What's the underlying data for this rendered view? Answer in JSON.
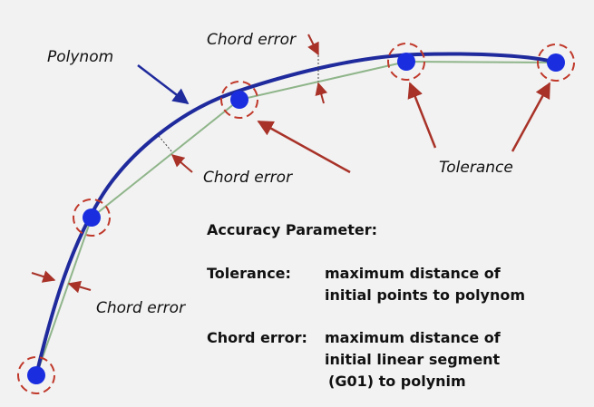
{
  "labels": {
    "polynom": "Polynom",
    "chord_error_top": "Chord error",
    "chord_error_middle": "Chord error",
    "chord_error_left": "Chord error",
    "tolerance": "Tolerance"
  },
  "legend": {
    "heading": "Accuracy Parameter:",
    "tolerance_term": "Tolerance:",
    "tolerance_line1": "maximum distance of",
    "tolerance_line2": "initial points to polynom",
    "chord_term": "Chord error:",
    "chord_line1": "maximum distance of",
    "chord_line2": "initial linear segment",
    "chord_line3": "(G01) to polynim"
  },
  "colors": {
    "background": "#f2f2f2",
    "curve": "#1f2a9c",
    "segments": "#8fb58a",
    "points": "#1a2ee0",
    "tolerance_circle": "#c0392b",
    "arrow_red": "#a83228",
    "arrow_blue": "#1f2a9c"
  }
}
